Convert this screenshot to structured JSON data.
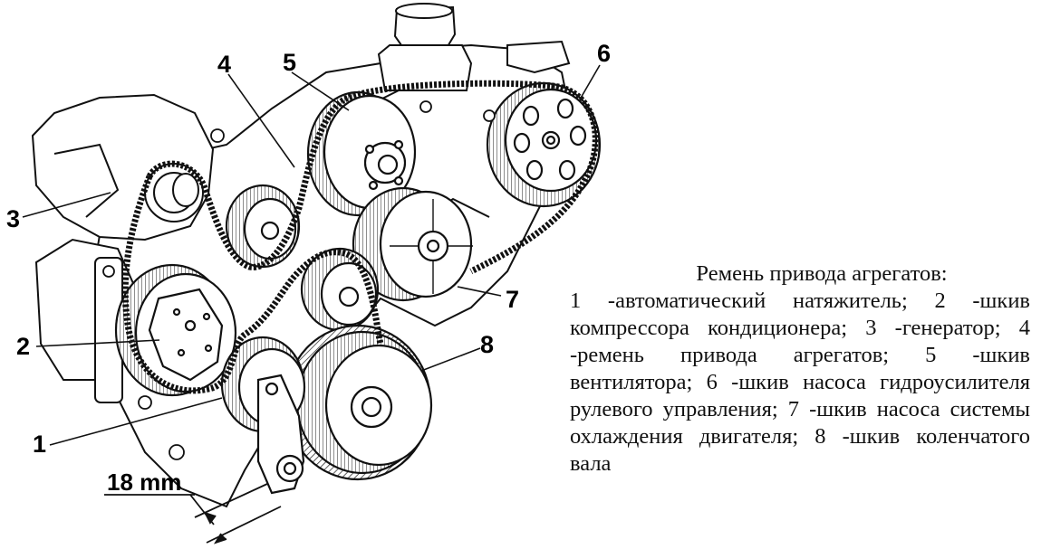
{
  "callouts": [
    "1",
    "2",
    "3",
    "4",
    "5",
    "6",
    "7",
    "8"
  ],
  "dimension_label": "18 mm",
  "caption": {
    "title": "Ремень привода агрегатов:",
    "body": "1 -автоматический натяжитель; 2 -шкив компрессора кондиционера; 3 -генератор; 4 -ремень привода агрегатов; 5 -шкив вентилятора; 6 -шкив насоса гидроусилителя рулевого управления; 7 -шкив насоса системы охлаждения двигателя; 8 -шкив коленчатого вала"
  }
}
